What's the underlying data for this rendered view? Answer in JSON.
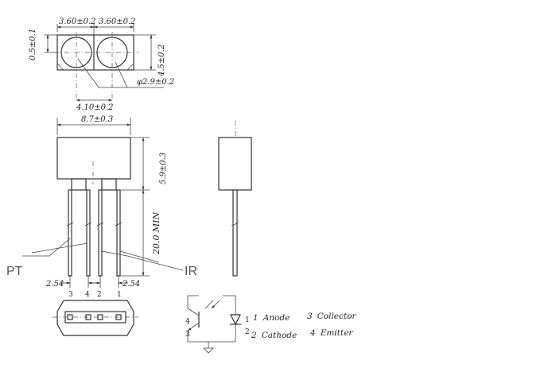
{
  "dims": {
    "top_width_left": "3.60±0.2",
    "top_width_right": "3.60±0.2",
    "top_offset": "0.5±0.1",
    "top_height": "4.5±0.2",
    "lens_diameter": "φ2.9±0.2",
    "lens_spacing": "4.10±0.2",
    "body_width": "8.7±0.3",
    "body_height": "5.9±0.3",
    "lead_length": "20.0 MIN",
    "pitch_left": "2.54",
    "pitch_right": "2.54"
  },
  "labels": {
    "pt": "PT",
    "ir": "IR"
  },
  "pin_numbers": [
    "3",
    "4",
    "2",
    "1"
  ],
  "schematic": {
    "pin_4": "4",
    "pin_3": "3",
    "pin_1": "1",
    "pin_2": "2"
  },
  "legend": [
    {
      "num": "1",
      "name": "Anode"
    },
    {
      "num": "3",
      "name": "Collector"
    },
    {
      "num": "2",
      "name": "Cathode"
    },
    {
      "num": "4",
      "name": "Emitter"
    }
  ]
}
